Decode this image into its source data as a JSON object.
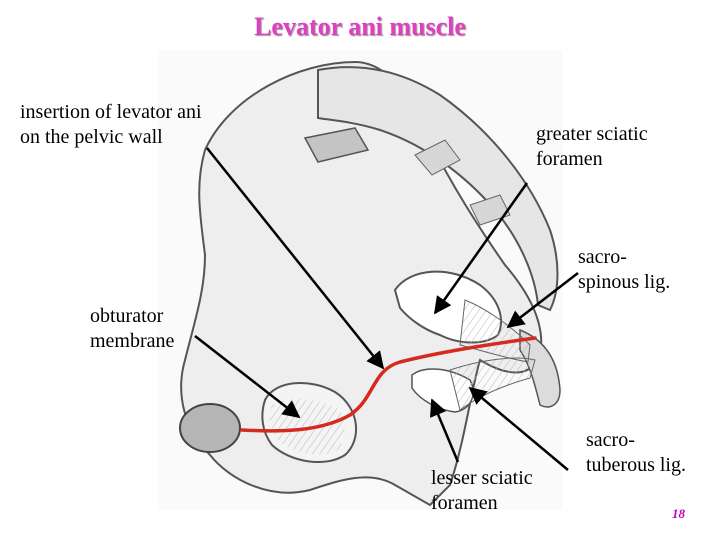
{
  "title": "Levator ani muscle",
  "labels": {
    "insertion": [
      "insertion of levator ani",
      "on the pelvic wall"
    ],
    "greater_sciatic": [
      "greater sciatic",
      "foramen"
    ],
    "sacrospinous": [
      "sacro-",
      "spinous lig."
    ],
    "obturator": [
      "obturator",
      "membrane"
    ],
    "lesser_sciatic": [
      "lesser sciatic",
      "foramen"
    ],
    "sacrotuberous": [
      "sacro-",
      "tuberous lig."
    ]
  },
  "page_number": "18",
  "colors": {
    "title": "#e040c0",
    "levator_line": "#d42a1f",
    "bone_fill": "#eeeeee",
    "bone_outline": "#555555",
    "arrow": "#000000",
    "page_number": "#c000c0"
  }
}
